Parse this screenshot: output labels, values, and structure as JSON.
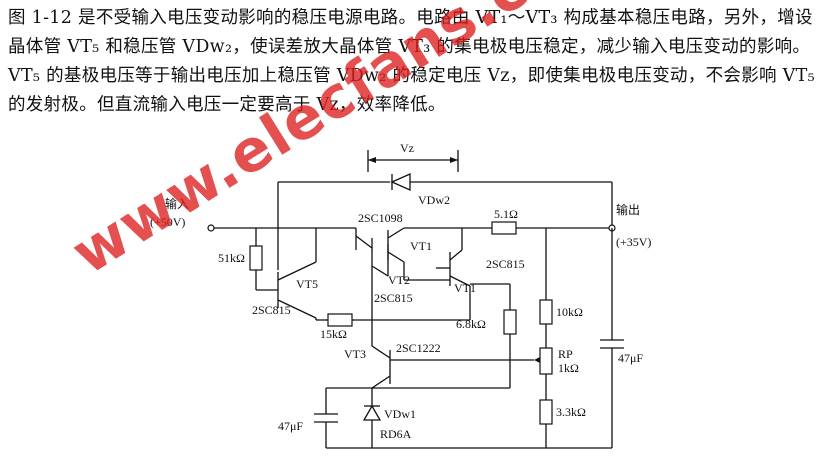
{
  "description": "图 1-12 是不受输入电压变动影响的稳压电源电路。电路由 VT₁～VT₃ 构成基本稳压电路，另外，增设晶体管 VT₅ 和稳压管 VDw₂，使误差放大晶体管 VT₃ 的集电极电压稳定，减少输入电压变动的影响。VT₅ 的基极电压等于输出电压加上稳压管 VDw₂ 的稳定电压 Vz，即使集电极电压变动，不会影响 VT₅ 的发射极。但直流输入电压一定要高于 Vz，效率降低。",
  "labels": {
    "vz": "Vz",
    "vdw2": "VDw2",
    "input": "输入",
    "input_v": "(+50V)",
    "output": "输出",
    "output_v": "(+35V)",
    "r51k": "51kΩ",
    "q2sc1098": "2SC1098",
    "vt1": "VT1",
    "vt2": "VT2",
    "q2sc815a": "2SC815",
    "r54": "5.1Ω",
    "q2sc815b": "2SC815",
    "vt_right": "VT1",
    "vt5": "VT5",
    "q2sc815c": "2SC815",
    "r15k": "15kΩ",
    "r68k": "6.8kΩ",
    "r10k": "10kΩ",
    "vt3": "VT3",
    "q2sc1222": "2SC1222",
    "rp": "RP",
    "rp_val": "1kΩ",
    "c47u_right": "47μF",
    "c47u_left": "47μF",
    "vdw1": "VDw1",
    "rd6a": "RD6A",
    "r33k": "3.3kΩ"
  },
  "watermark": "www.elecfans.com",
  "colors": {
    "watermark": "#dc1e1e",
    "ink": "#111111"
  }
}
